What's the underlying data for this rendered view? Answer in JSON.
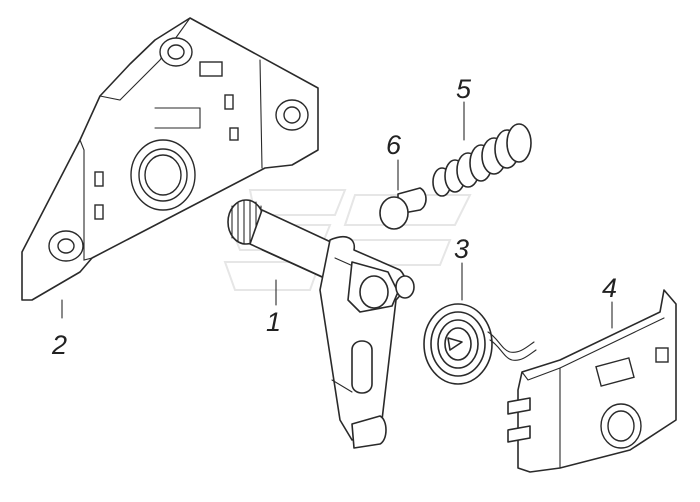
{
  "figure": {
    "labels": [
      {
        "id": "1",
        "text": "1"
      },
      {
        "id": "2",
        "text": "2"
      },
      {
        "id": "3",
        "text": "3"
      },
      {
        "id": "4",
        "text": "4"
      },
      {
        "id": "5",
        "text": "5"
      },
      {
        "id": "6",
        "text": "6"
      }
    ],
    "parts": [
      {
        "id": "1",
        "name": "shaft-with-lever"
      },
      {
        "id": "2",
        "name": "mounting-bracket"
      },
      {
        "id": "3",
        "name": "coil-spring"
      },
      {
        "id": "4",
        "name": "cover"
      },
      {
        "id": "5",
        "name": "compression-spring"
      },
      {
        "id": "6",
        "name": "pin"
      }
    ],
    "line_color": "#2a2a2a",
    "background": "#ffffff"
  }
}
